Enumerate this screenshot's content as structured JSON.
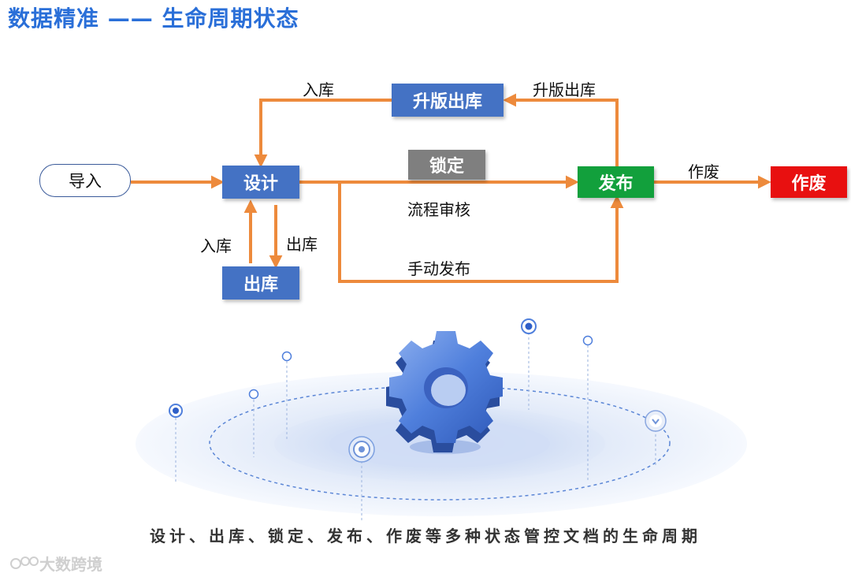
{
  "title": "数据精准 —— 生命周期状态",
  "nodes": {
    "import": "导入",
    "design": "设计",
    "checkout": "出库",
    "upgrade": "升版出库",
    "lock": "锁定",
    "publish": "发布",
    "obsolete": "作废"
  },
  "edges": {
    "checkin_top": "入库",
    "upgrade_top": "升版出库",
    "review": "流程审核",
    "manual_publish": "手动发布",
    "obsolete": "作废",
    "checkin_left": "入库",
    "checkout_right": "出库"
  },
  "colors": {
    "arrow": "#ed8a3c",
    "node_blue": "#4472c4",
    "node_gray": "#7f7f7f",
    "node_green": "#12a03c",
    "node_red": "#e81010",
    "title": "#2a6fd8"
  },
  "caption": "设计、出库、锁定、发布、作废等多种状态管控文档的生命周期",
  "watermark": "大数跨境",
  "icons": [
    "gear-icon",
    "target-icon",
    "heart-icon",
    "pin-icon"
  ]
}
